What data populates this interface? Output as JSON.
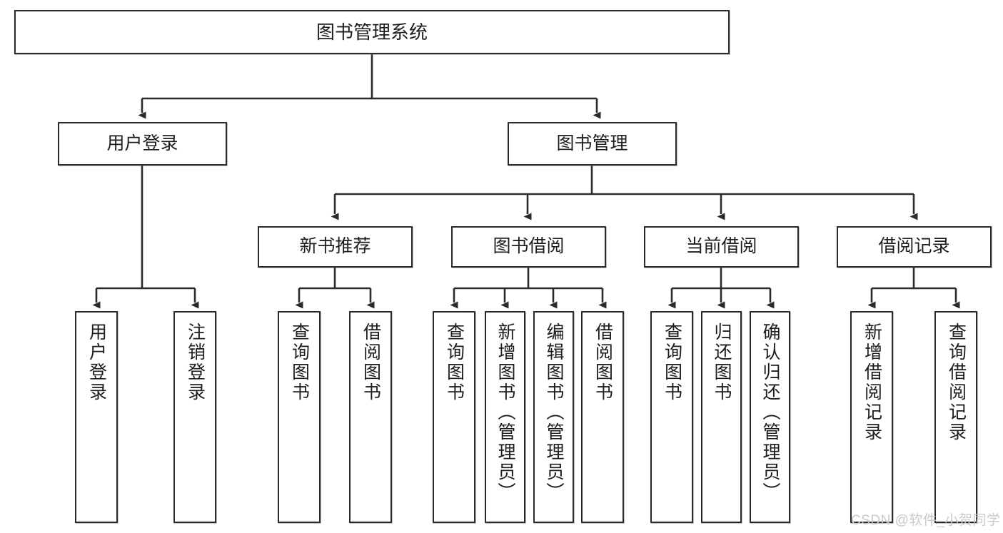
{
  "diagram": {
    "title": "图书管理系统",
    "type": "tree-hierarchy",
    "root": {
      "label": "图书管理系统"
    },
    "level2": [
      {
        "label": "用户登录"
      },
      {
        "label": "图书管理"
      }
    ],
    "level3": [
      {
        "label": "新书推荐"
      },
      {
        "label": "图书借阅"
      },
      {
        "label": "当前借阅"
      },
      {
        "label": "借阅记录"
      }
    ],
    "leaves": {
      "user_login": [
        {
          "label": "用户登录"
        },
        {
          "label": "注销登录"
        }
      ],
      "new_book_recommend": [
        {
          "label": "查询图书"
        },
        {
          "label": "借阅图书"
        }
      ],
      "book_borrow": [
        {
          "label": "查询图书"
        },
        {
          "label": "新增图书（管理员）"
        },
        {
          "label": "编辑图书（管理员）"
        },
        {
          "label": "借阅图书"
        }
      ],
      "current_borrow": [
        {
          "label": "查询图书"
        },
        {
          "label": "归还图书"
        },
        {
          "label": "确认归还（管理员）"
        }
      ],
      "borrow_record": [
        {
          "label": "新增借阅记录"
        },
        {
          "label": "查询借阅记录"
        }
      ]
    }
  },
  "watermark": {
    "text": "CSDN @软件_小贺同学"
  },
  "colors": {
    "border": "#2b2b2b",
    "text": "#1d1d1d",
    "background": "#ffffff",
    "watermark": "#c9c9c9"
  }
}
